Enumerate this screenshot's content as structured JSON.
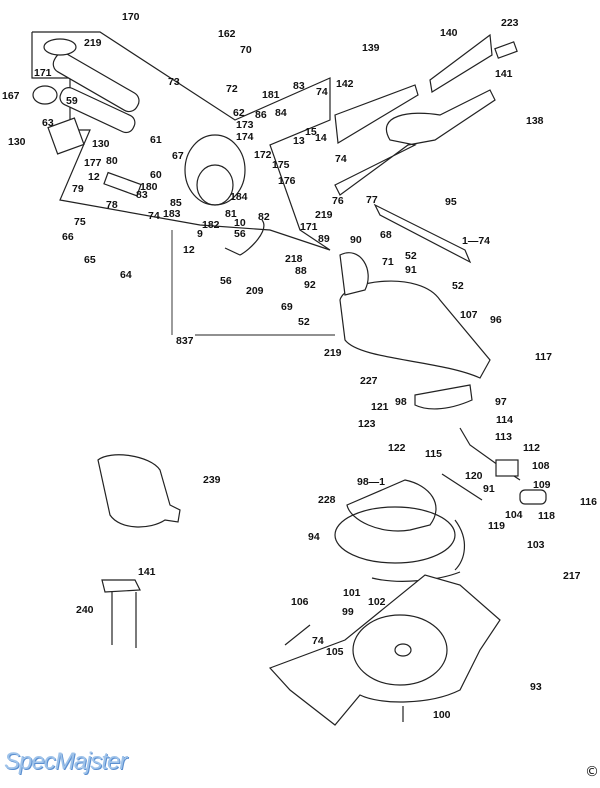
{
  "diagram": {
    "part_labels": [
      "170",
      "162",
      "70",
      "219",
      "171",
      "73",
      "72",
      "167",
      "59",
      "83",
      "74",
      "181",
      "142",
      "139",
      "140",
      "223",
      "141",
      "138",
      "62",
      "86",
      "84",
      "173",
      "174",
      "172",
      "130",
      "63",
      "130",
      "61",
      "13",
      "15",
      "14",
      "67",
      "60",
      "80",
      "177",
      "12",
      "79",
      "180",
      "83",
      "85",
      "184",
      "175",
      "176",
      "78",
      "74",
      "183",
      "81",
      "82",
      "182",
      "10",
      "9",
      "56",
      "75",
      "66",
      "65",
      "64",
      "12",
      "56",
      "209",
      "218",
      "88",
      "74",
      "76",
      "77",
      "95",
      "219",
      "171",
      "89",
      "90",
      "68",
      "1—74",
      "52",
      "71",
      "91",
      "92",
      "52",
      "69",
      "52",
      "107",
      "96",
      "837",
      "219",
      "117",
      "227",
      "97",
      "98",
      "121",
      "114",
      "123",
      "113",
      "122",
      "112",
      "115",
      "108",
      "120",
      "98—1",
      "91",
      "109",
      "228",
      "116",
      "104",
      "118",
      "119",
      "94",
      "103",
      "141",
      "217",
      "101",
      "102",
      "240",
      "99",
      "106",
      "74",
      "105",
      "93",
      "100",
      "239"
    ]
  },
  "watermark": "SpecMajster",
  "copyright": "©"
}
